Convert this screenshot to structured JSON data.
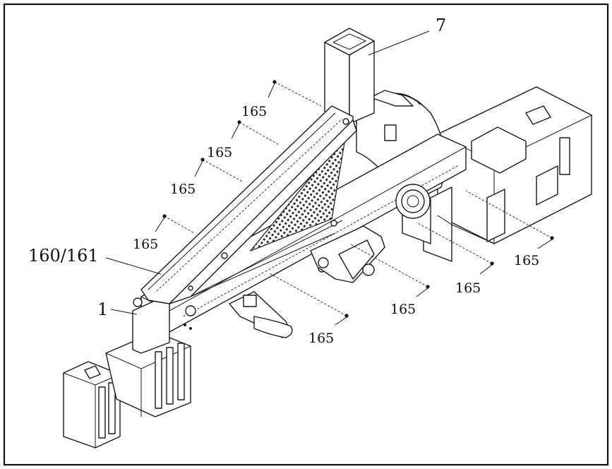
{
  "labels": {
    "handle": "7",
    "screws_a": "165",
    "screws_b": "165",
    "screws_c": "165",
    "screws_d": "165",
    "screws_e": "165",
    "screws_f": "165",
    "screws_g": "165",
    "cover": "160/161",
    "frame": "1"
  },
  "colors": {
    "line": "#1a1a1a",
    "background": "#ffffff",
    "mesh": "#2a2a2a"
  }
}
